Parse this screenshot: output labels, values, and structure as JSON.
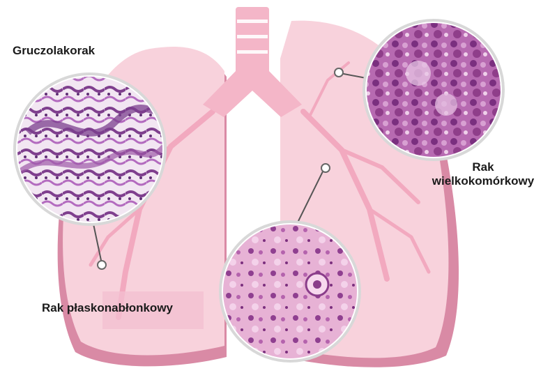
{
  "labels": {
    "adenocarcinoma": "Gruczolakorak",
    "squamous": "Rak płaskonabłonkowy",
    "large_cell_line1": "Rak",
    "large_cell_line2": "wielkokomórkowy"
  },
  "colors": {
    "lung_fill": "#f8d2dc",
    "lung_shadow": "#d98aa5",
    "bronchi": "#f2a9bf",
    "trachea": "#f4b6c8",
    "ring_border": "#d8d8d8",
    "tissue_purple": "#9a4b9e",
    "tissue_pink": "#e8a6cf",
    "label_text": "#1a1a1a"
  }
}
